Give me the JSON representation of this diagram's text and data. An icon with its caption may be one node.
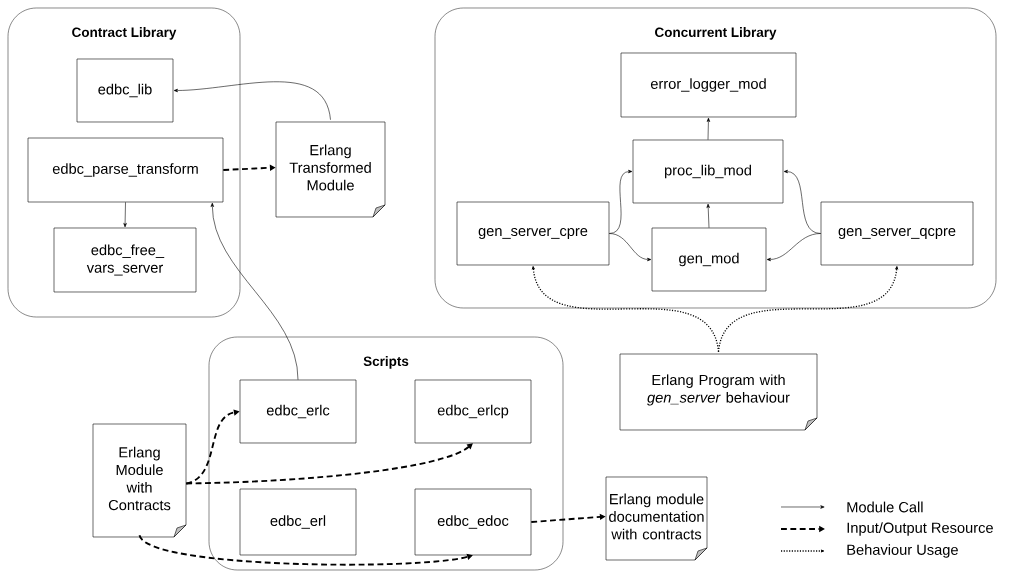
{
  "diagram": {
    "nodes": [
      {
        "text": [
          "Contract Library"
        ]
      },
      {
        "text": [
          "edbc_lib"
        ],
        "in": 0
      },
      {
        "text": [
          "edbc_parse_transform"
        ],
        "in": 0
      },
      {
        "text": [
          "edbc_free_vars_server"
        ],
        "in": 0
      },
      {
        "text": [
          "Erlang Transformed Module"
        ]
      },
      {
        "text": [
          "Concurrent Library"
        ]
      },
      {
        "text": [
          "error_logger_mod"
        ],
        "in": 5
      },
      {
        "text": [
          "proc_lib_mod"
        ],
        "in": 5
      },
      {
        "text": [
          "gen_server_cpre"
        ],
        "in": 5
      },
      {
        "text": [
          "gen_mod"
        ],
        "in": 5
      },
      {
        "text": [
          "gen_server_qcpre"
        ],
        "in": 5
      },
      {
        "text": [
          "Erlang Program with *gen_server* behaviour"
        ]
      },
      {
        "text": [
          "Scripts"
        ]
      },
      {
        "text": [
          "edbc_erlc"
        ],
        "in": 12
      },
      {
        "text": [
          "edbc_erlcp"
        ],
        "in": 12
      },
      {
        "text": [
          "Erlang Module with Contracts"
        ]
      },
      {
        "text": [
          "edbc_erl"
        ],
        "in": 12
      },
      {
        "text": [
          "edbc_edoc"
        ],
        "in": 12
      },
      {
        "text": [
          "Erlang module documentation with contracts"
        ]
      }
    ],
    "edges": [
      {
        "from": 4,
        "to": 1,
        "arrow": "to"
      },
      {
        "from": 2,
        "to": 3,
        "arrow": "to"
      },
      {
        "from": 2,
        "to": 4,
        "arrow": "to",
        "style": "dashed"
      },
      {
        "from": 13,
        "to": 2,
        "arrow": "to"
      },
      {
        "from": 7,
        "to": 6,
        "arrow": "to"
      },
      {
        "from": 9,
        "to": 7,
        "arrow": "to"
      },
      {
        "from": 8,
        "to": 7,
        "arrow": "to"
      },
      {
        "from": 8,
        "to": 9,
        "arrow": "to"
      },
      {
        "from": 10,
        "to": 7,
        "arrow": "to"
      },
      {
        "from": 10,
        "to": 9,
        "arrow": "to"
      },
      {
        "from": 11,
        "to": 8,
        "arrow": "to",
        "style": "dashed"
      },
      {
        "from": 11,
        "to": 10,
        "arrow": "to",
        "style": "dashed"
      },
      {
        "from": 15,
        "to": 13,
        "arrow": "to",
        "style": "dashed"
      },
      {
        "from": 15,
        "to": 14,
        "arrow": "to",
        "style": "dashed"
      },
      {
        "from": 15,
        "to": 17,
        "arrow": "to",
        "style": "dashed"
      },
      {
        "from": 17,
        "to": 18,
        "arrow": "to",
        "style": "dashed"
      }
    ],
    "legend": [
      {
        "text": "Module Call"
      },
      {
        "text": "Input/Output Resource"
      },
      {
        "text": "Behaviour Usage"
      }
    ]
  }
}
